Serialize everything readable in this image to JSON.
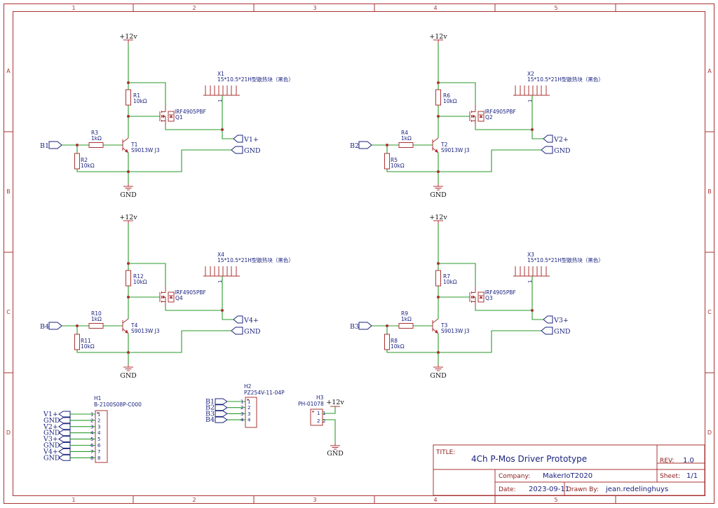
{
  "frame": {
    "columns": [
      "1",
      "2",
      "3",
      "4",
      "5"
    ],
    "rows": [
      "A",
      "B",
      "C",
      "D"
    ]
  },
  "channels": [
    {
      "label": "B1",
      "out": "V1+",
      "gnd": "GND",
      "supply": "+12v",
      "ground": "GND",
      "r_top": {
        "ref": "R1",
        "val": "10kΩ"
      },
      "r_base": {
        "ref": "R3",
        "val": "1kΩ"
      },
      "r_pd": {
        "ref": "R2",
        "val": "10kΩ"
      },
      "transistor": {
        "ref": "T1",
        "part": "S9013W J3"
      },
      "mosfet": {
        "ref": "Q1",
        "part": "IRF4905PBF"
      },
      "heatsink": {
        "ref": "X1",
        "part": "15*10.5*21H型散热块（黑色）",
        "pin": "1"
      }
    },
    {
      "label": "B2",
      "out": "V2+",
      "gnd": "GND",
      "supply": "+12v",
      "ground": "GND",
      "r_top": {
        "ref": "R6",
        "val": "10kΩ"
      },
      "r_base": {
        "ref": "R4",
        "val": "1kΩ"
      },
      "r_pd": {
        "ref": "R5",
        "val": "10kΩ"
      },
      "transistor": {
        "ref": "T2",
        "part": "S9013W J3"
      },
      "mosfet": {
        "ref": "Q2",
        "part": "IRF4905PBF"
      },
      "heatsink": {
        "ref": "X2",
        "part": "15*10.5*21H型散热块（黑色）",
        "pin": "1"
      }
    },
    {
      "label": "B4",
      "out": "V4+",
      "gnd": "GND",
      "supply": "+12v",
      "ground": "GND",
      "r_top": {
        "ref": "R12",
        "val": "10kΩ"
      },
      "r_base": {
        "ref": "R10",
        "val": "1kΩ"
      },
      "r_pd": {
        "ref": "R11",
        "val": "10kΩ"
      },
      "transistor": {
        "ref": "T4",
        "part": "S9013W J3"
      },
      "mosfet": {
        "ref": "Q4",
        "part": "IRF4905PBF"
      },
      "heatsink": {
        "ref": "X4",
        "part": "15*10.5*21H型散热块（黑色）",
        "pin": "1"
      }
    },
    {
      "label": "B3",
      "out": "V3+",
      "gnd": "GND",
      "supply": "+12v",
      "ground": "GND",
      "r_top": {
        "ref": "R7",
        "val": "10kΩ"
      },
      "r_base": {
        "ref": "R9",
        "val": "1kΩ"
      },
      "r_pd": {
        "ref": "R8",
        "val": "10kΩ"
      },
      "transistor": {
        "ref": "T3",
        "part": "S9013W J3"
      },
      "mosfet": {
        "ref": "Q3",
        "part": "IRF4905PBF"
      },
      "heatsink": {
        "ref": "X3",
        "part": "15*10.5*21H型散热块（黑色）",
        "pin": "1"
      }
    }
  ],
  "h1": {
    "ref": "H1",
    "part": "B-2100S08P-C000",
    "nets": [
      "V1+",
      "GND",
      "V2+",
      "GND",
      "V3+",
      "GND",
      "V4+",
      "GND"
    ],
    "pins": [
      "1",
      "2",
      "3",
      "4",
      "5",
      "6",
      "7",
      "8"
    ]
  },
  "h2": {
    "ref": "H2",
    "part": "PZ254V-11-04P",
    "nets": [
      "B1",
      "B2",
      "B3",
      "B4"
    ],
    "pins": [
      "1",
      "2",
      "3",
      "4"
    ]
  },
  "h3": {
    "ref": "H3",
    "part": "PH-01078",
    "supply": "+12v",
    "ground": "GND",
    "pins": [
      "1",
      "2"
    ]
  },
  "title_block": {
    "title_label": "TITLE:",
    "title": "4Ch P-Mos Driver Prototype",
    "rev_label": "REV:",
    "rev": "1.0",
    "company_label": "Company:",
    "company": "MakerIoT2020",
    "sheet_label": "Sheet:",
    "sheet": "1/1",
    "date_label": "Date:",
    "date": "2023-09-11",
    "drawn_label": "Drawn By:",
    "drawn_by": "jean.redelinghuys"
  }
}
